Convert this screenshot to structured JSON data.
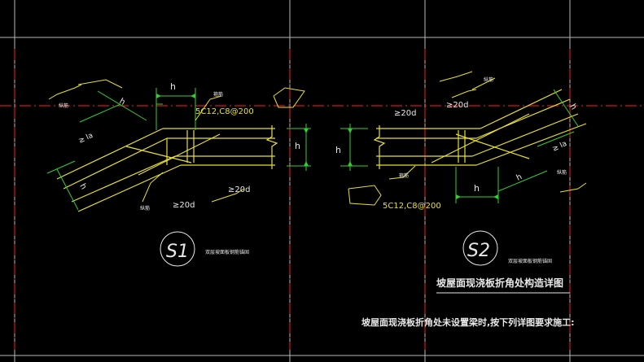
{
  "colors": {
    "background": "#000000",
    "axis_red": "#d01818",
    "grid_white": "#c8c8c8",
    "rebar_yellow": "#e8e030",
    "dim_green": "#30d030",
    "text_yellow": "#e8e030",
    "text_white": "#e8e8e8"
  },
  "texts": {
    "dim_h": "h",
    "la": "≥ la",
    "anchor_20d": "≥20d",
    "rebar_spec": "5C12,C8@200",
    "beam_note": "箍筋",
    "rebar_note": "纵筋",
    "mark_s1": "S1",
    "mark_s2": "S2",
    "s1_caption": "双层坡面板钢筋锚固",
    "s2_caption": "双层坡面板钢筋锚固",
    "main_title": "坡屋面现浇板折角处构造详图",
    "main_note": "坡屋面现浇板折角处未设置梁时,按下列详图要求施工:"
  }
}
